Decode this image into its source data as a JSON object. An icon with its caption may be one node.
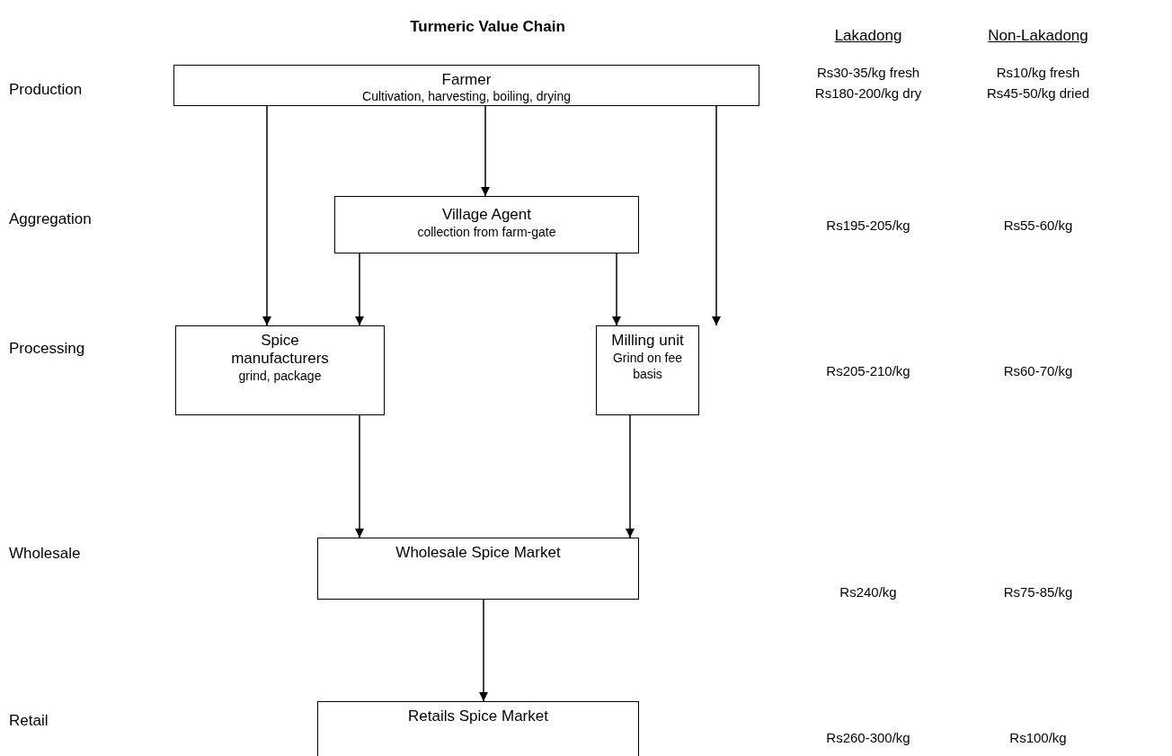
{
  "diagram": {
    "title": "Turmeric Value Chain",
    "nodes": [
      {
        "text": [
          "Farmer",
          "Cultivation, harvesting, boiling, drying"
        ]
      },
      {
        "text": [
          "Village Agent",
          "collection from farm-gate"
        ]
      },
      {
        "text": [
          "Spice manufacturers",
          "grind, package"
        ]
      },
      {
        "text": [
          "Milling unit",
          "Grind on fee basis"
        ]
      },
      {
        "text": [
          "Wholesale Spice Market"
        ]
      },
      {
        "text": [
          "Retails Spice Market"
        ]
      }
    ],
    "edges": [
      {
        "from": 0,
        "to": 2,
        "arrow": "to"
      },
      {
        "from": 0,
        "to": 1,
        "arrow": "to"
      },
      {
        "from": 0,
        "to": 3,
        "arrow": "to"
      },
      {
        "from": 1,
        "to": 2,
        "arrow": "to"
      },
      {
        "from": 1,
        "to": 3,
        "arrow": "to"
      },
      {
        "from": 2,
        "to": 4,
        "arrow": "to"
      },
      {
        "from": 3,
        "to": 4,
        "arrow": "to"
      },
      {
        "from": 4,
        "to": 5,
        "arrow": "to"
      }
    ],
    "labels": [
      "Lakadong",
      "Non-Lakadong",
      "Production",
      "Rs30-35/kg fresh",
      "Rs10/kg fresh",
      "Rs180-200/kg dry",
      "Rs45-50/kg dried",
      "Aggregation",
      "Rs195-205/kg",
      "Rs55-60/kg",
      "Processing",
      "Rs205-210/kg",
      "Rs60-70/kg",
      "Wholesale",
      "Rs240/kg",
      "Rs75-85/kg",
      "Retail",
      "Rs260-300/kg",
      "Rs100/kg"
    ]
  }
}
